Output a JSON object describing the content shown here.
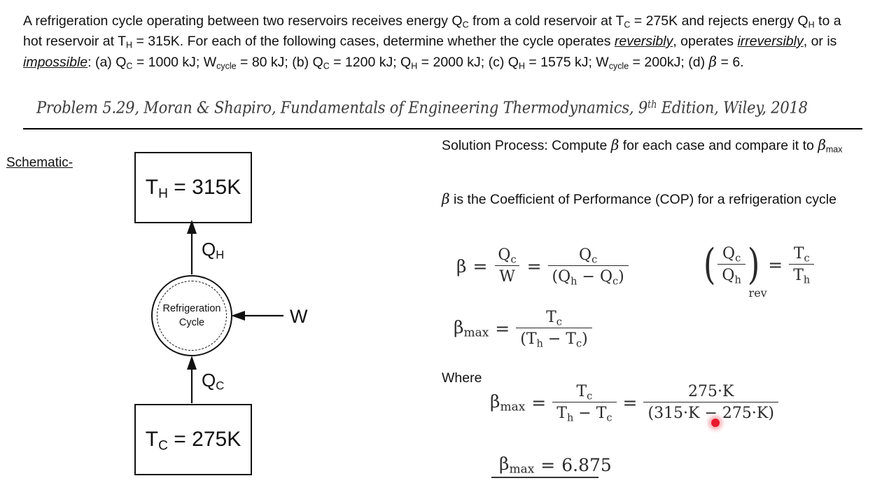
{
  "problem": {
    "line1_a": "A refrigeration cycle operating between two reservoirs receives energy Q",
    "sub_c1": "C",
    "line1_b": " from a cold reservoir at T",
    "sub_c2": "C",
    "line1_c": " = 275K and rejects energy Q",
    "sub_h1": "H",
    "line1_d": " to a hot reservoir at T",
    "sub_h2": "H",
    "line1_e": " = 315K. For each of the following cases, determine whether the cycle operates ",
    "word_reversibly": "reversibly",
    "mid1": ", operates ",
    "word_irreversibly": "irreversibly",
    "mid2": ", or is ",
    "word_impossible": "impossible",
    "cases_intro": ":  (a) Q",
    "case_a": " = 1000 kJ; W",
    "sub_cycle": "cycle",
    "case_a2": " = 80 kJ;  (b) Q",
    "case_b": " = 1200 kJ; Q",
    "case_b2": " = 2000 kJ;  (c) Q",
    "case_c": " = 1575 kJ; W",
    "case_c2": " = 200kJ;  (d) ",
    "beta_symbol": "β",
    "case_d": " = 6."
  },
  "citation": {
    "text_before": "Problem 5.29, Moran & Shapiro, Fundamentals of Engineering Thermodynamics, 9",
    "superscript": "th",
    "text_after": " Edition, Wiley, 2018"
  },
  "schematic": {
    "label": "Schematic-",
    "hot_reservoir": "T",
    "hot_sub": "H",
    "hot_value": " = 315K",
    "cold_reservoir": "T",
    "cold_sub": "C",
    "cold_value": " = 275K",
    "cycle_line1": "Refrigeration",
    "cycle_line2": "Cycle",
    "label_qh": "Q",
    "label_qh_sub": "H",
    "label_qc": "Q",
    "label_qc_sub": "C",
    "label_w": "W"
  },
  "solution": {
    "line1_a": "Solution Process: Compute ",
    "beta": "β",
    "line1_b": " for each case and compare it to ",
    "beta2": "β",
    "max_sub": "max",
    "line2_a": "β",
    "line2_b": " is the Coefficient of Performance (COP) for a refrigeration cycle",
    "where_label": "Where"
  },
  "equations": {
    "beta_def": {
      "symbol": "β",
      "eq1": "=",
      "num1": "Q",
      "num1_sub": "c",
      "den1": "W",
      "eq2": "=",
      "num2": "Q",
      "num2_sub": "c",
      "den2": "(Q",
      "den2_sub1": "h",
      "den2_mid": " − Q",
      "den2_sub2": "c",
      "den2_end": ")"
    },
    "ratio_rev": {
      "paren_open": "(",
      "num": "Q",
      "num_sub": "c",
      "den": "Q",
      "den_sub": "h",
      "paren_close": ")",
      "equals": "=",
      "rnum": "T",
      "rnum_sub": "c",
      "rden": "T",
      "rden_sub": "h",
      "rev_label": "rev"
    },
    "beta_max": {
      "symbol": "β",
      "sub": "max",
      "equals": "=",
      "num": "T",
      "num_sub": "c",
      "den_open": "(T",
      "den_sub1": "h",
      "den_mid": " − T",
      "den_sub2": "c",
      "den_close": ")"
    },
    "beta_max_numeric": {
      "symbol": "β",
      "sub": "max",
      "equals1": "=",
      "num1": "T",
      "num1_sub": "c",
      "den1": "T",
      "den1_sub": "h",
      "den1_mid": " − T",
      "den1_sub2": "c",
      "equals2": "=",
      "num2": "275·K",
      "den2": "(315·K − 275·K)"
    },
    "result": {
      "symbol": "β",
      "sub": "max",
      "equals": "=",
      "value": "6.875"
    }
  },
  "cursor": {
    "color": "#e8192c"
  }
}
